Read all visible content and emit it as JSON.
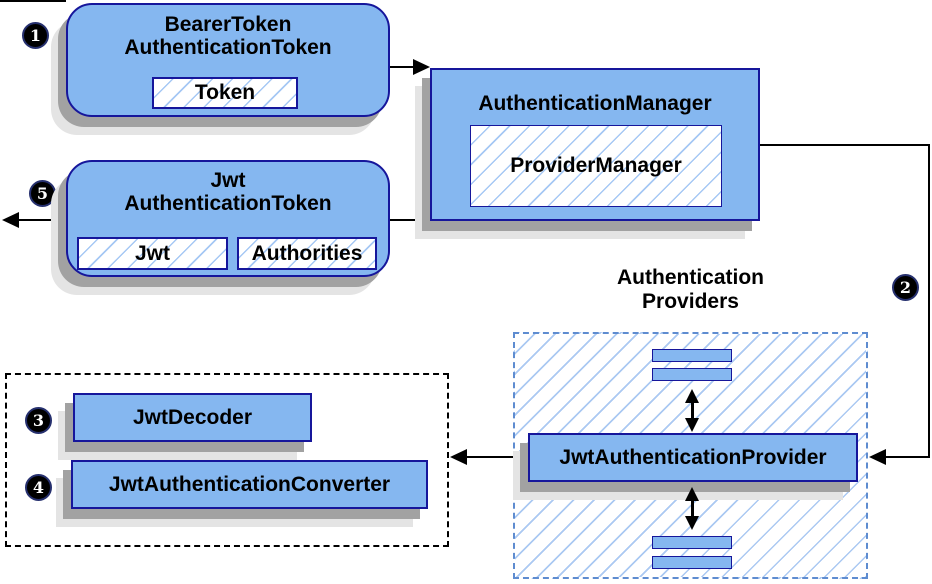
{
  "diagram": {
    "kind": "spring-security-jwt-authentication-flow",
    "steps": {
      "s1": "1",
      "s2": "2",
      "s3": "3",
      "s4": "4",
      "s5": "5"
    },
    "nodes": {
      "bearer": {
        "line1": "BearerToken",
        "line2": "AuthenticationToken",
        "token_chip": "Token"
      },
      "manager": {
        "title": "AuthenticationManager",
        "inner_chip": "ProviderManager"
      },
      "jwt_auth_token": {
        "line1": "Jwt",
        "line2": "AuthenticationToken",
        "jwt_chip": "Jwt",
        "authorities_chip": "Authorities"
      },
      "providers_group": {
        "label_line1": "Authentication",
        "label_line2": "Providers"
      },
      "jwt_provider": {
        "title": "JwtAuthenticationProvider"
      },
      "decoder": {
        "title": "JwtDecoder"
      },
      "converter": {
        "title": "JwtAuthenticationConverter"
      }
    },
    "colors": {
      "node_fill": "#85b7f0",
      "node_border": "#16169b",
      "hatch_line": "#a6c8f4",
      "providers_dash_border": "#5e8cd0",
      "helpers_dash_border": "#000000",
      "shadow_dark": "#a2a2a2",
      "shadow_light": "#e4e4e4",
      "arrow": "#000000",
      "step_badge_bg": "#000000",
      "step_badge_text": "#ffffff"
    }
  }
}
